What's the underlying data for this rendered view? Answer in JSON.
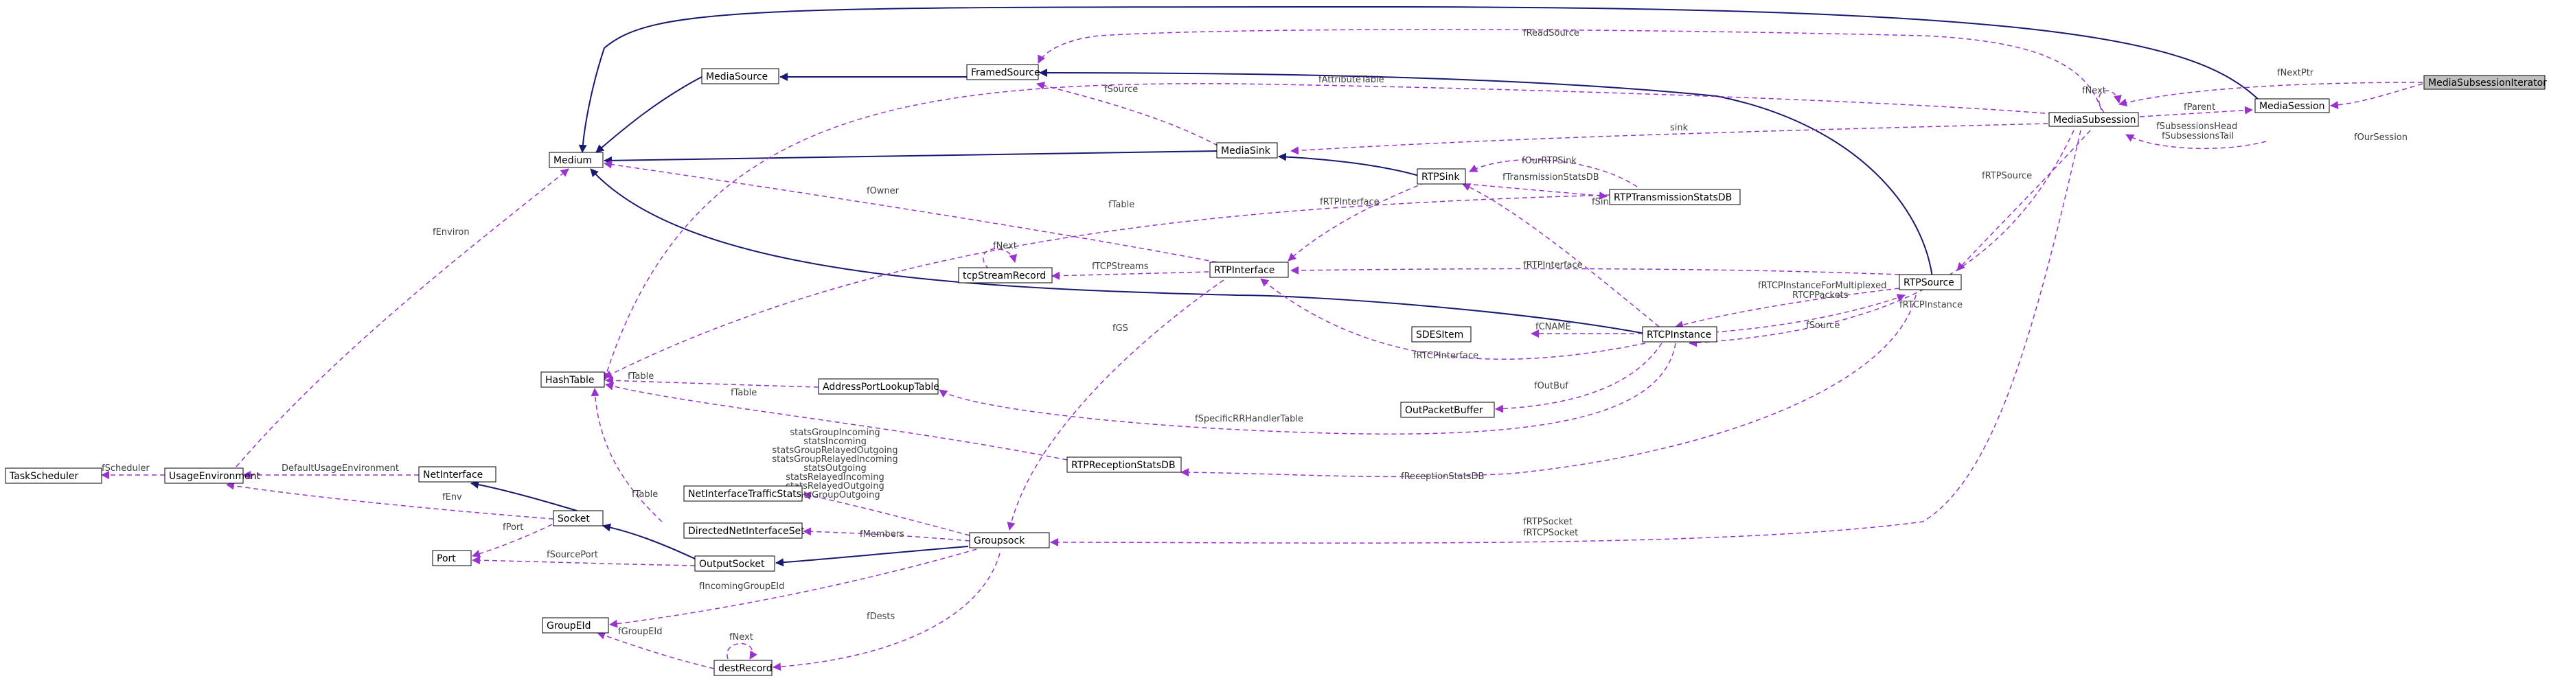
{
  "diagram": {
    "highlight_color": "#bfbfbf",
    "inheritance_color": "#191970",
    "usage_color": "#9a32cd",
    "nodes": {
      "media_subsession_iterator": "MediaSubsessionIterator",
      "media_session": "MediaSession",
      "media_subsession": "MediaSubsession",
      "medium": "Medium",
      "media_source": "MediaSource",
      "framed_source": "FramedSource",
      "media_sink": "MediaSink",
      "rtp_sink": "RTPSink",
      "rtp_transmission_stats_db": "RTPTransmissionStatsDB",
      "rtp_source": "RTPSource",
      "rtp_interface": "RTPInterface",
      "tcp_stream_record": "tcpStreamRecord",
      "sdes_item": "SDESItem",
      "rtcp_instance": "RTCPInstance",
      "out_packet_buffer": "OutPacketBuffer",
      "hash_table": "HashTable",
      "address_port_lookup_table": "AddressPortLookupTable",
      "rtp_reception_stats_db": "RTPReceptionStatsDB",
      "task_scheduler": "TaskScheduler",
      "usage_environment": "UsageEnvironment",
      "net_interface": "NetInterface",
      "socket": "Socket",
      "net_interface_traffic_stats": "NetInterfaceTrafficStats",
      "directed_net_interface_set": "DirectedNetInterfaceSet",
      "port": "Port",
      "output_socket": "OutputSocket",
      "groupsock": "Groupsock",
      "group_eid": "GroupEId",
      "dest_record": "destRecord"
    },
    "edge_labels": {
      "f_next_ptr": "fNextPtr",
      "f_our_session": "fOurSession",
      "f_read_source": "fReadSource",
      "f_attribute_table": "fAttributeTable",
      "f_next_subsession": "fNext",
      "f_parent": "fParent",
      "f_subsessions_head": "fSubsessionsHead",
      "f_subsessions_tail": "fSubsessionsTail",
      "f_source": "fSource",
      "sink": "sink",
      "f_our_rtp_sink": "fOurRTPSink",
      "f_transmission_stats_db": "fTransmissionStatsDB",
      "f_rtp_source": "fRTPSource",
      "f_environ": "fEnviron",
      "f_owner": "fOwner",
      "f_table_rtpi": "fTable",
      "f_rtp_interface_sink": "fRTPInterface",
      "f_rtp_interface_src": "fRTPInterface",
      "f_next_tcp": "fNext",
      "f_tcp_streams": "fTCPStreams",
      "f_rtcp_multiplexed": "fRTCPInstanceForMultiplexed",
      "rtcp_packets": "RTCPPackets",
      "f_rtcp_instance": "fRTCPInstance",
      "f_sink": "fSink",
      "f_cname": "fCNAME",
      "f_source_rtcp": "fSource",
      "f_rtcp_interface": "fRTCPInterface",
      "f_gs": "fGS",
      "f_table_aplt": "fTable",
      "f_table_hash": "fTable",
      "f_out_buf": "fOutBuf",
      "f_specific_rr_handler_table": "fSpecificRRHandlerTable",
      "f_table_dnis": "fTable",
      "f_scheduler": "fScheduler",
      "default_usage_environment": "DefaultUsageEnvironment",
      "f_env": "fEnv",
      "stats_group": "statsGroupIncoming\nstatsIncoming\nstatsGroupRelayedOutgoing\nstatsGroupRelayedIncoming\nstatsOutgoing\nstatsRelayedIncoming\nstatsRelayedOutgoing\nstatsGroupOutgoing",
      "f_reception_stats_db": "fReceptionStatsDB",
      "f_port": "fPort",
      "f_members": "fMembers",
      "f_source_port": "fSourcePort",
      "f_rtp_socket": "fRTPSocket",
      "f_rtcp_socket": "fRTCPSocket",
      "f_incoming_group_eid": "fIncomingGroupEId",
      "f_dests": "fDests",
      "f_next_dest": "fNext",
      "f_group_eid": "fGroupEId"
    }
  }
}
